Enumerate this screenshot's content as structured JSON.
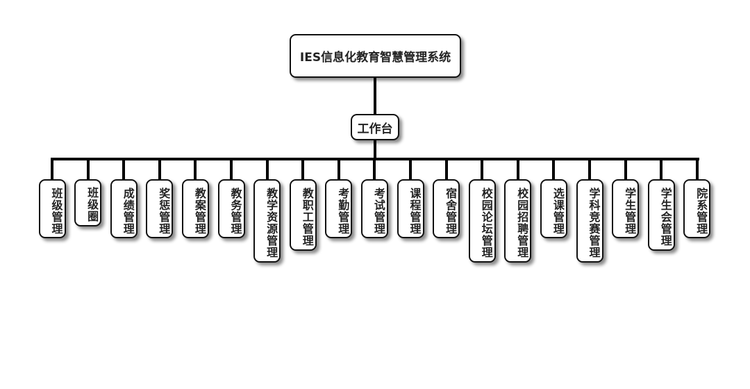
{
  "root": {
    "title": "IES信息化教育智慧管理系统"
  },
  "hub": {
    "label": "工作台"
  },
  "modules": [
    "班级管理",
    "班级圈",
    "成绩管理",
    "奖惩管理",
    "教案管理",
    "教务管理",
    "教学资源管理",
    "教职工管理",
    "考勤管理",
    "考试管理",
    "课程管理",
    "宿舍管理",
    "校园论坛管理",
    "校园招聘管理",
    "选课管理",
    "学科竞赛管理",
    "学生管理",
    "学生会管理",
    "院系管理"
  ]
}
